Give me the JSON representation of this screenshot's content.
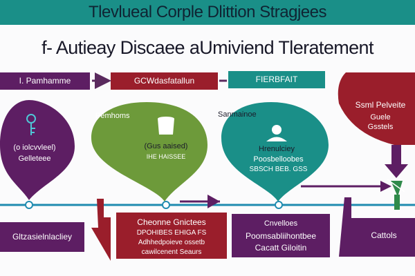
{
  "header": {
    "title": "Tlevlueal Corple Dlittion Stragjees"
  },
  "subtitle": "f- Autieay Discaee aUmiviend Tleratement",
  "steps": {
    "step1": {
      "label": "I. Pamhamme"
    },
    "step2": {
      "label": "GCWdasfatallun"
    },
    "step3": {
      "label": "FIERBFAIT"
    },
    "step4": {
      "line1": "Ssml Pelveite",
      "line2": "Guele",
      "line3": "Gsstels"
    }
  },
  "markers": {
    "marker1": {
      "line1": "(o iolcvvleel)",
      "line2": "Gelleteee"
    },
    "marker2": {
      "heading": "Pemhoms",
      "line1": "(Gus aaised)",
      "line2": "IHE HAISSEE"
    },
    "marker3": {
      "heading": "Sanmainoe",
      "line1": "Hrenulciey",
      "line2": "Poosbelloobes",
      "line3": "SBSCH BEB. GSS"
    }
  },
  "bottom": {
    "box1": {
      "label": "Gltzasielnlacliey"
    },
    "box2": {
      "line1": "Cheonne Gnictees",
      "line2": "DPOHIBES EHIGA FS",
      "line3": "Adhhedpoieve ossetb",
      "line4": "cawilcenent Seaurs"
    },
    "box3": {
      "line1": "Cnvelloes",
      "line2": "Poomsabliihontbee",
      "line3": "Cacatt Giloitin"
    },
    "box4": {
      "label": "Cattols"
    }
  },
  "colors": {
    "teal": "#1a8f88",
    "purple": "#5d1e63",
    "crimson": "#9a1e2b",
    "olive": "#6d9a3a",
    "line_blue": "#1f8bb0"
  }
}
